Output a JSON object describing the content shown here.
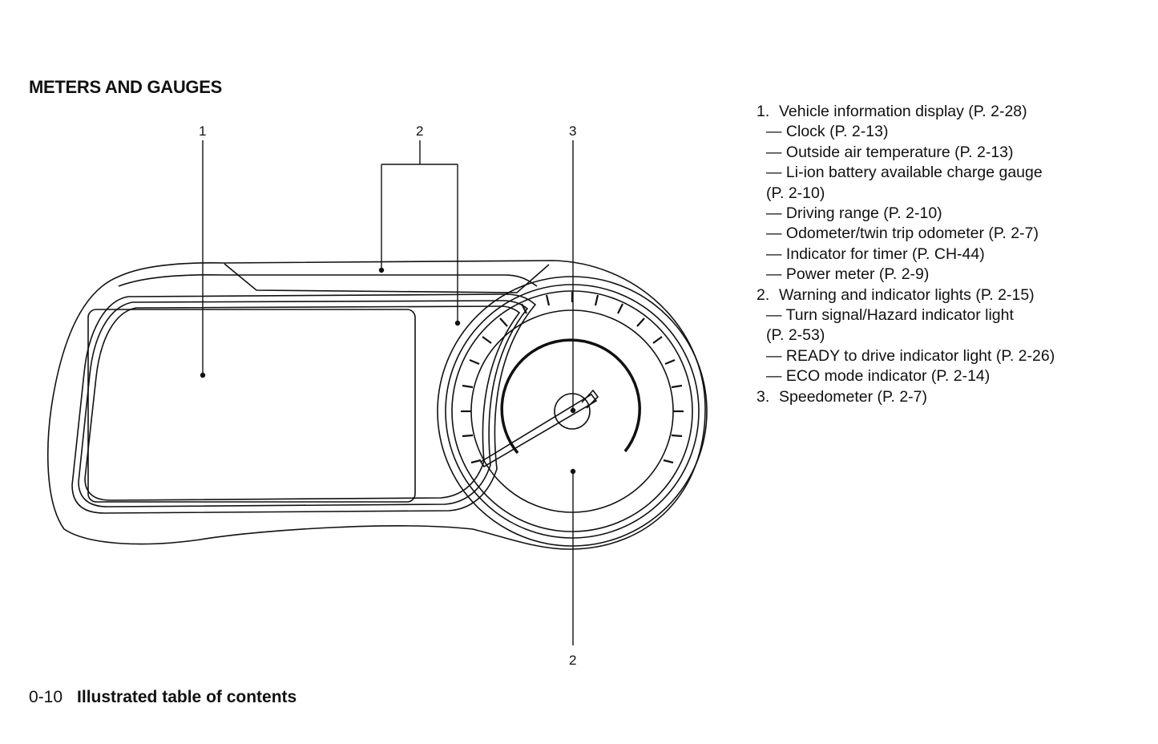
{
  "section_title": "METERS AND GAUGES",
  "figure": {
    "callouts": [
      "1",
      "2",
      "3",
      "2"
    ]
  },
  "legend": [
    {
      "type": "main",
      "num": "1.",
      "text": "Vehicle information display (P. 2-28)"
    },
    {
      "type": "sub",
      "text": "— Clock (P. 2-13)"
    },
    {
      "type": "sub",
      "text": "— Outside air temperature (P. 2-13)"
    },
    {
      "type": "sub",
      "text": "— Li-ion battery available charge gauge"
    },
    {
      "type": "cont",
      "text": "(P. 2-10)"
    },
    {
      "type": "sub",
      "text": "— Driving range (P. 2-10)"
    },
    {
      "type": "sub",
      "text": "— Odometer/twin trip odometer (P. 2-7)"
    },
    {
      "type": "sub",
      "text": "— Indicator for timer (P. CH-44)"
    },
    {
      "type": "sub",
      "text": "— Power meter (P. 2-9)"
    },
    {
      "type": "main",
      "num": "2.",
      "text": "Warning and indicator lights (P. 2-15)"
    },
    {
      "type": "sub",
      "text": "— Turn signal/Hazard indicator light"
    },
    {
      "type": "cont",
      "text": "(P. 2-53)"
    },
    {
      "type": "sub",
      "text": "— READY to drive indicator light (P. 2-26)"
    },
    {
      "type": "sub",
      "text": "— ECO mode indicator (P. 2-14)"
    },
    {
      "type": "main",
      "num": "3.",
      "text": "Speedometer (P. 2-7)"
    }
  ],
  "footer": {
    "page_number": "0-10",
    "title": "Illustrated table of contents"
  }
}
